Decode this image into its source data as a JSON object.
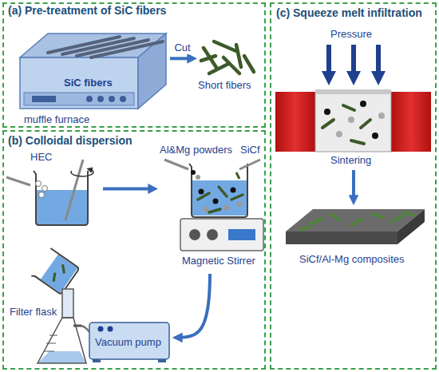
{
  "diagram": {
    "nodes": [
      {
        "text": [
          "(a) Pre-treatment of SiC fibers"
        ]
      },
      {
        "text": [
          "SiC fibers",
          "muffle furnace"
        ],
        "in": 0
      },
      {
        "text": [
          "Short fibers"
        ],
        "in": 0
      },
      {
        "text": [
          "(b) Colloidal dispersion"
        ]
      },
      {
        "text": [
          "HEC"
        ],
        "in": 3
      },
      {
        "text": [
          "Al&Mg powders",
          "SiCf",
          "Magnetic Stirrer"
        ],
        "in": 3
      },
      {
        "text": [
          "Filter flask"
        ],
        "in": 3
      },
      {
        "text": [
          "Vacuum pump"
        ],
        "in": 3
      },
      {
        "text": [
          "(c) Squeeze melt infiltration"
        ]
      },
      {
        "text": [
          "Pressure",
          "Sintering"
        ],
        "in": 8
      },
      {
        "text": [
          "SiCf/Al-Mg composites"
        ],
        "in": 8
      }
    ],
    "edges": [
      {
        "from": 1,
        "to": 2,
        "arrow": "to",
        "label": "Cut"
      },
      {
        "from": 4,
        "to": 5,
        "arrow": "to"
      },
      {
        "from": 5,
        "to": 7,
        "arrow": "to"
      },
      {
        "from": 9,
        "to": 10,
        "arrow": "to"
      }
    ]
  }
}
